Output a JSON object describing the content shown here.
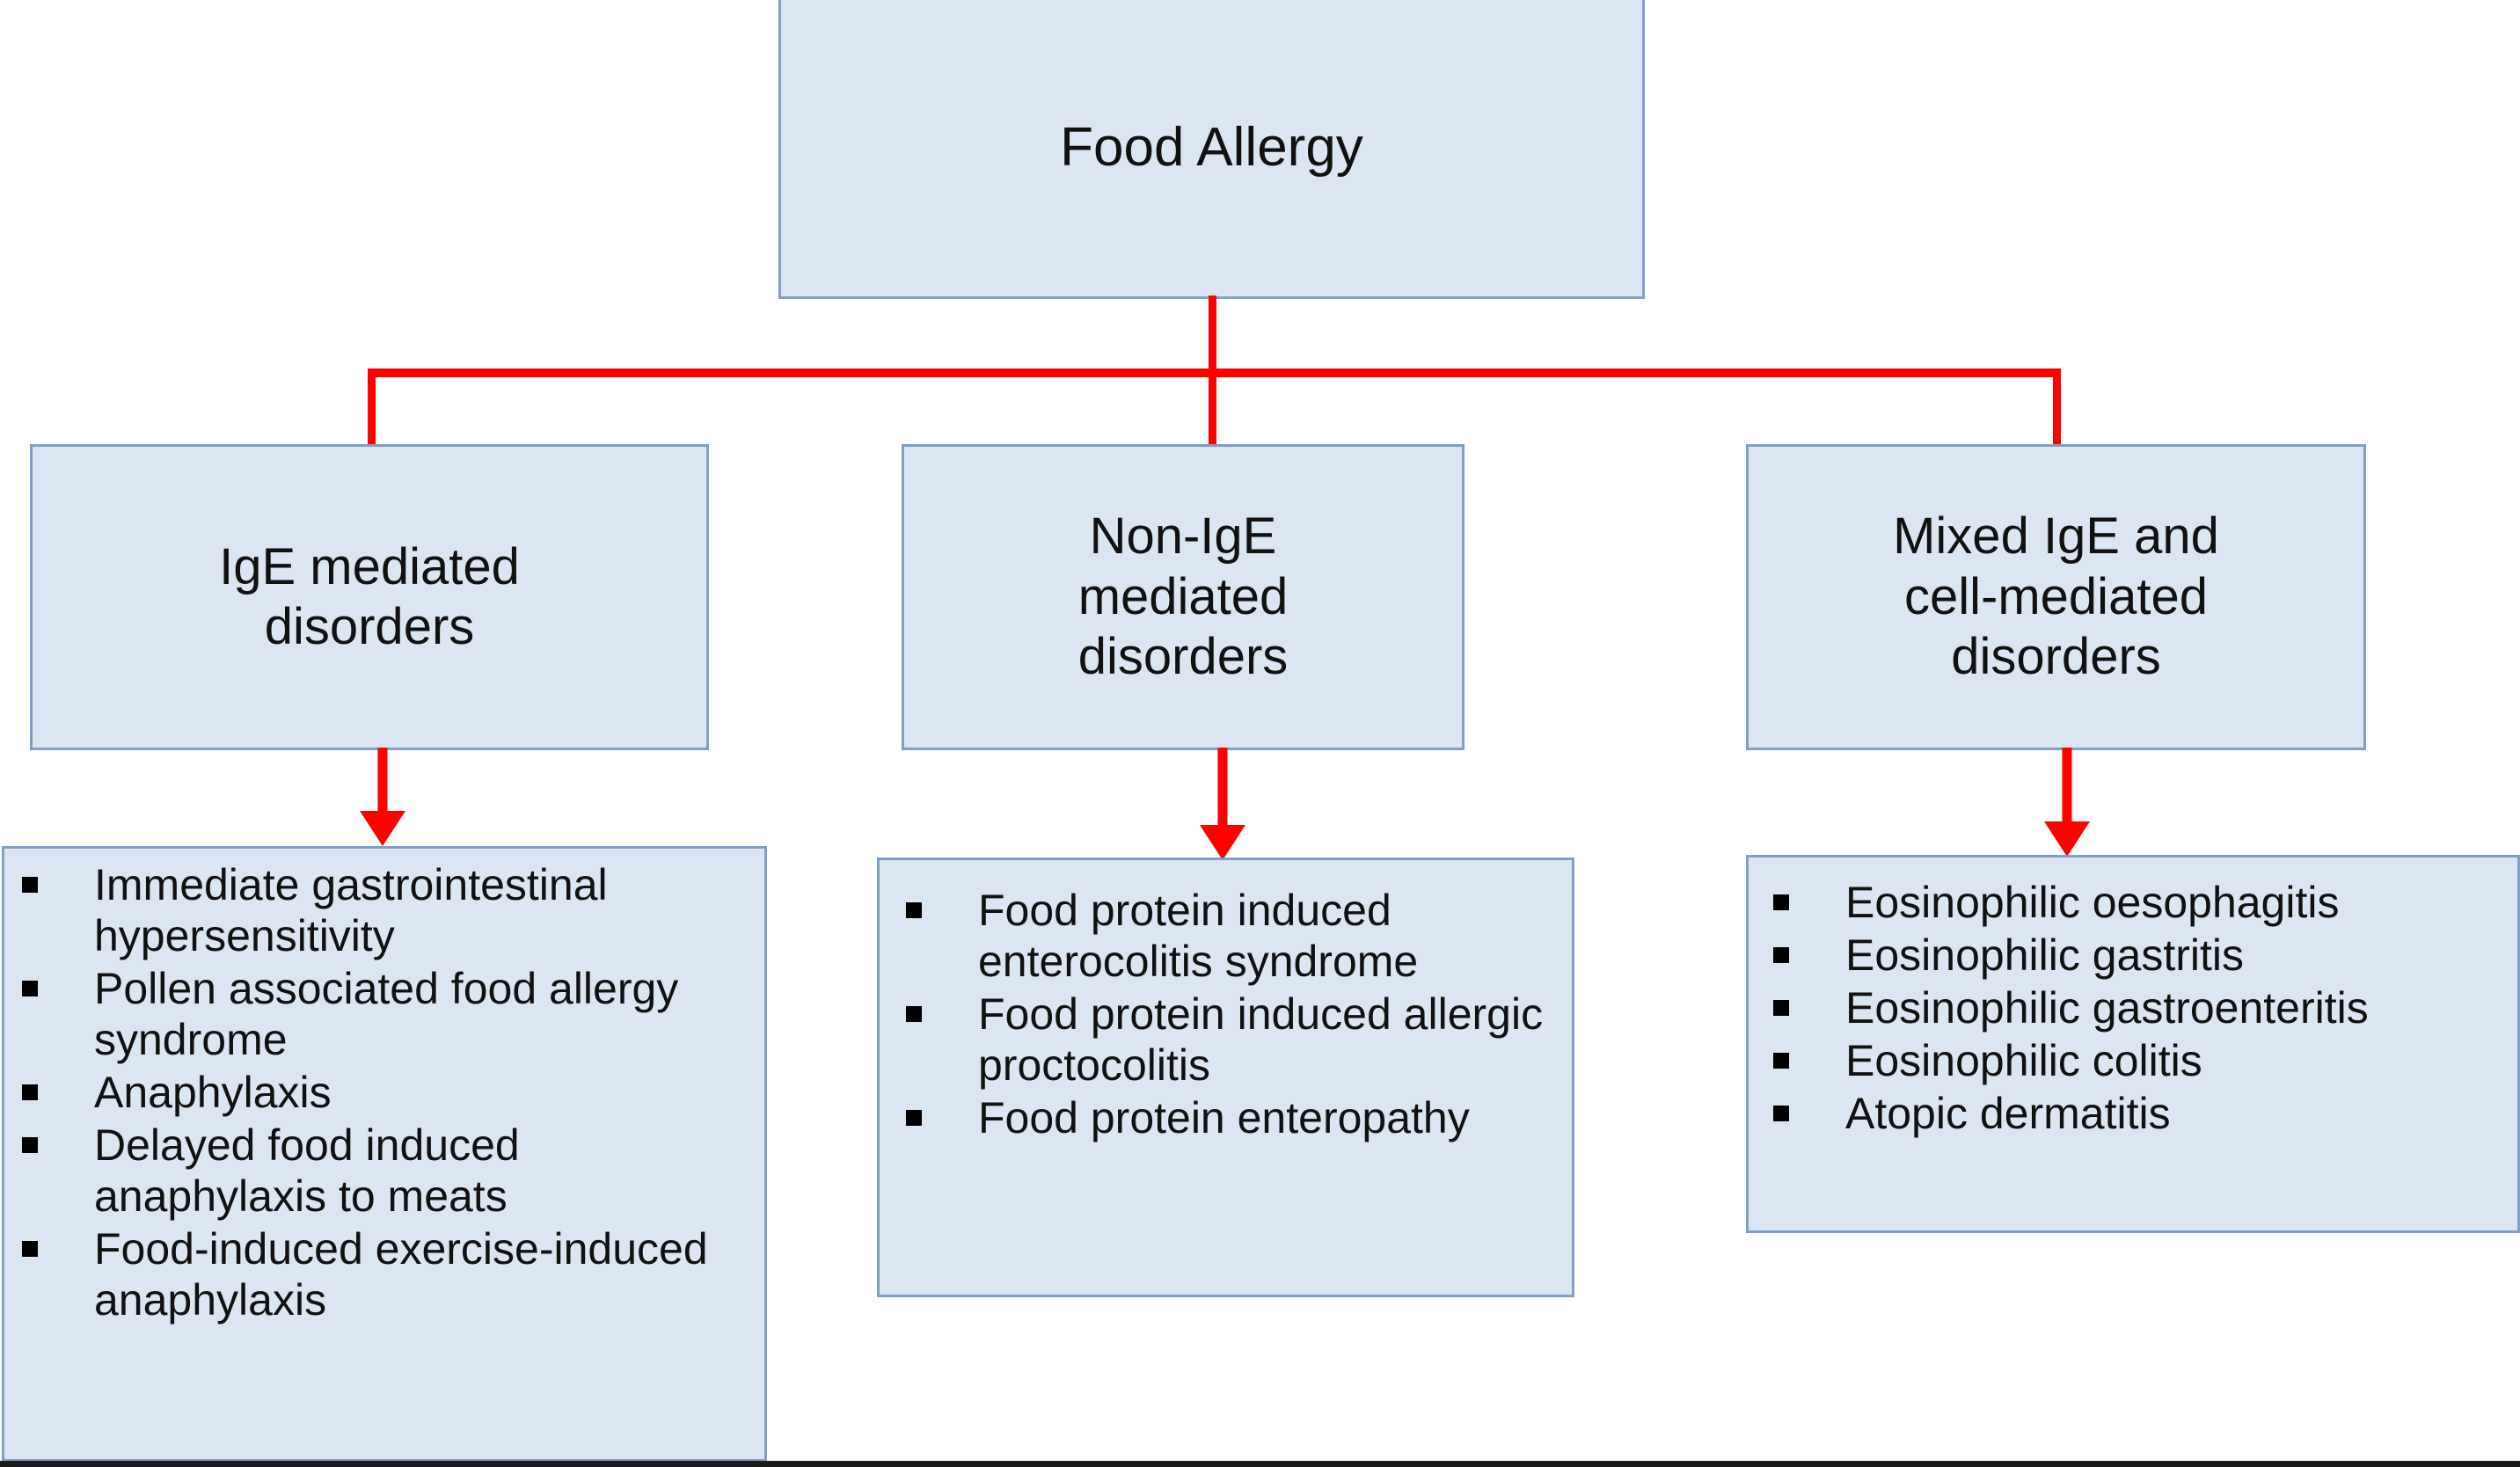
{
  "diagram": {
    "title": "Food Allergy",
    "root": {
      "label": "Food Allergy"
    },
    "categories": [
      {
        "id": "ige-mediated",
        "label": "IgE mediated\ndisorders",
        "items": [
          "Immediate gastrointestinal hypersensitivity",
          "Pollen associated food allergy syndrome",
          "Anaphylaxis",
          "Delayed food induced anaphylaxis to meats",
          "Food-induced exercise-induced anaphylaxis"
        ]
      },
      {
        "id": "non-ige-mediated",
        "label": "Non-IgE\nmediated\ndisorders",
        "items": [
          "Food protein induced enterocolitis syndrome",
          "Food protein induced allergic proctocolitis",
          "Food protein enteropathy"
        ]
      },
      {
        "id": "mixed-ige-cell-mediated",
        "label": "Mixed IgE and\ncell-mediated\ndisorders",
        "items": [
          "Eosinophilic oesophagitis",
          "Eosinophilic gastritis",
          "Eosinophilic gastroenteritis",
          "Eosinophilic colitis",
          "Atopic dermatitis"
        ]
      }
    ],
    "colors": {
      "box_fill": "#dce6f3",
      "box_border": "#7f9fc4",
      "connector": "#fe0000",
      "text": "#111111",
      "bullet": "#000000"
    }
  }
}
